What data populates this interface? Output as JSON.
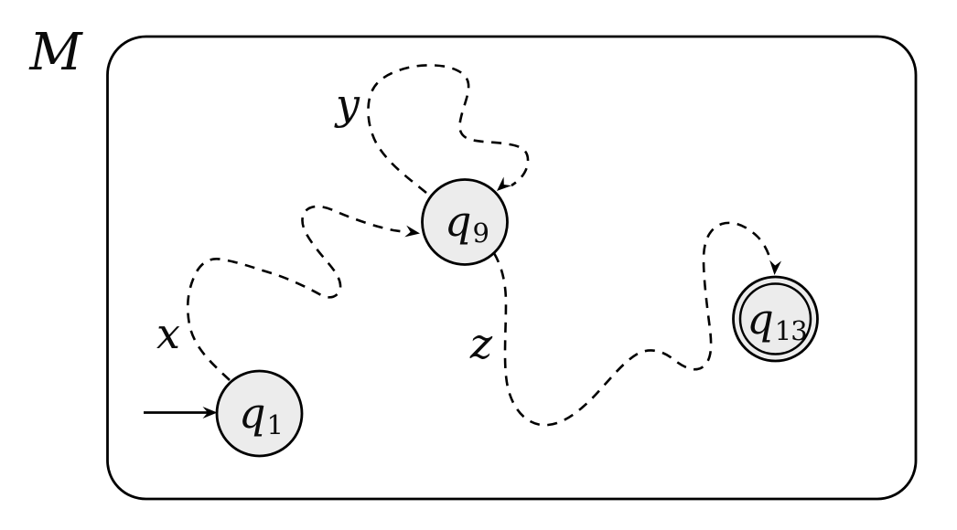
{
  "machine": {
    "label": "M"
  },
  "states": [
    {
      "name": "q1",
      "label_main": "q",
      "label_sub": "1",
      "kind": "start"
    },
    {
      "name": "q9",
      "label_main": "q",
      "label_sub": "9",
      "kind": "normal"
    },
    {
      "name": "q13",
      "label_main": "q",
      "label_sub": "13",
      "kind": "accepting"
    }
  ],
  "paths": [
    {
      "label": "x",
      "from": "q1",
      "to": "q9",
      "style": "dashed"
    },
    {
      "label": "y",
      "from": "q9",
      "to": "q9",
      "style": "dashed"
    },
    {
      "label": "z",
      "from": "q9",
      "to": "q13",
      "style": "dashed"
    }
  ],
  "colors": {
    "state_fill": "#ececec",
    "stroke": "#000000",
    "background": "#ffffff"
  }
}
